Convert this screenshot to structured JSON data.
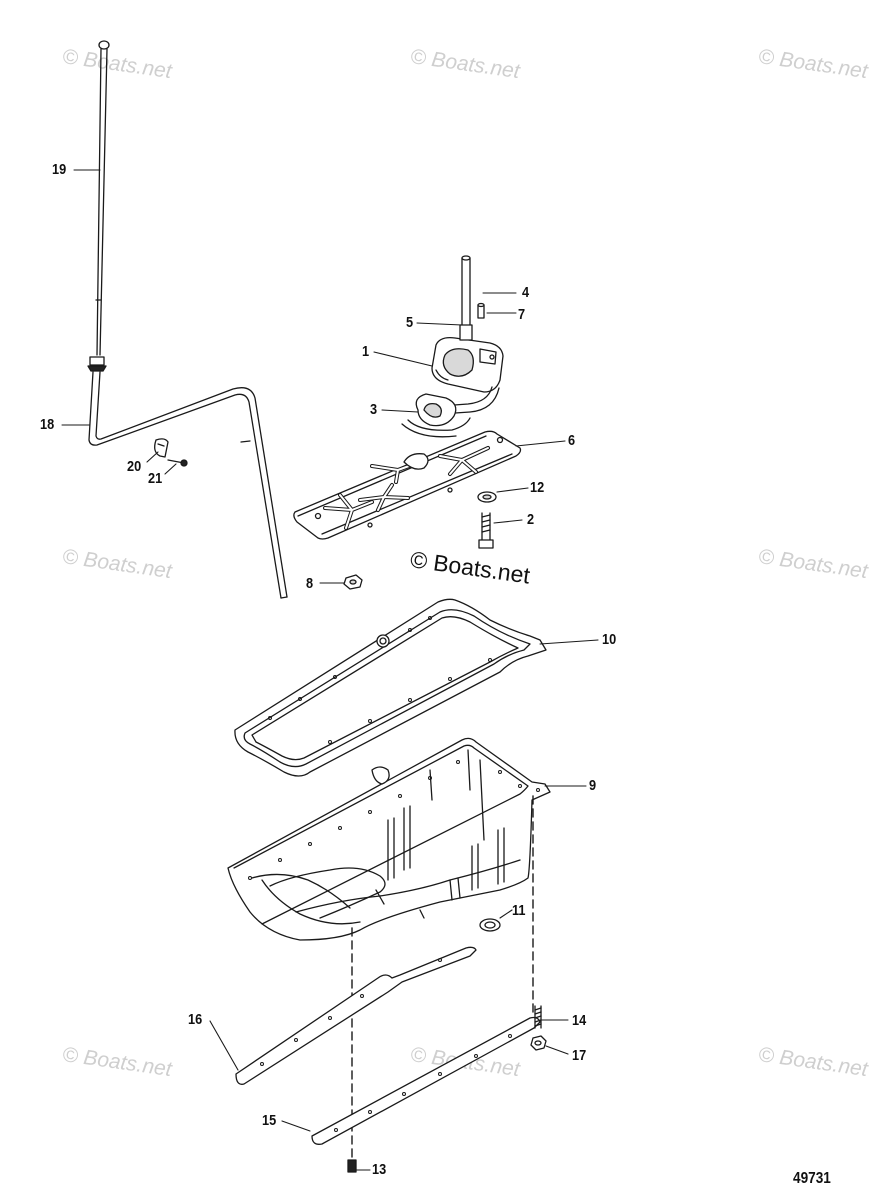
{
  "watermark": {
    "text": "© Boats.net",
    "main_text": "© Boats.net"
  },
  "figure_number": "49731",
  "callouts": {
    "c1": "1",
    "c2": "2",
    "c3": "3",
    "c4": "4",
    "c5": "5",
    "c6": "6",
    "c7": "7",
    "c8": "8",
    "c9": "9",
    "c10": "10",
    "c11": "11",
    "c12": "12",
    "c13": "13",
    "c14": "14",
    "c15": "15",
    "c16": "16",
    "c17": "17",
    "c18": "18",
    "c19": "19",
    "c20": "20",
    "c21": "21"
  },
  "colors": {
    "line": "#1a1a1a",
    "part_fill": "#ffffff",
    "shade": "#d9d9d9",
    "watermark": "#cfcfcf"
  }
}
